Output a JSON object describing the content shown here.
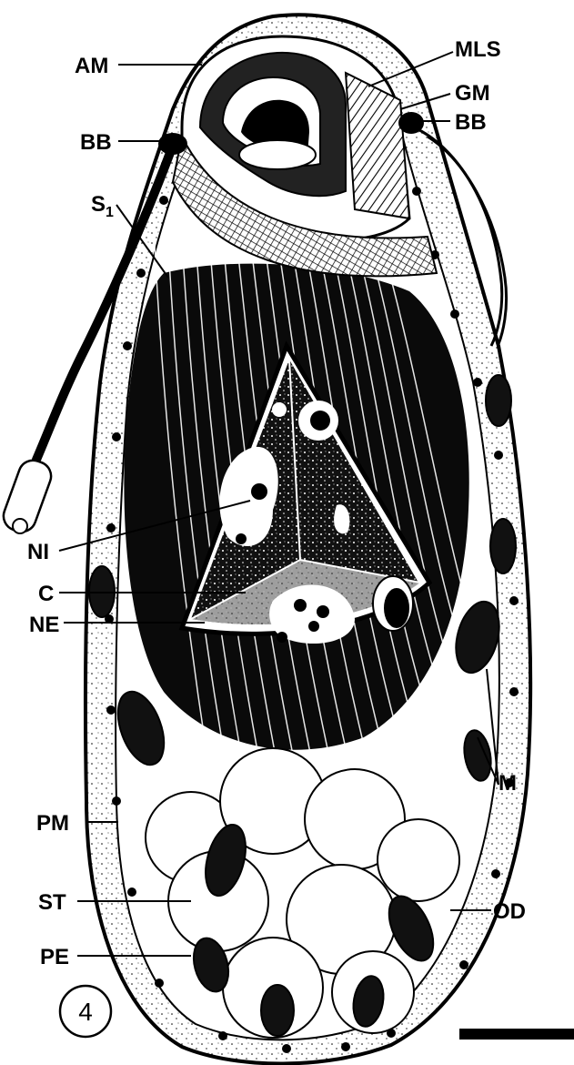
{
  "figure_number": "4",
  "labels": {
    "am": "AM",
    "bb_left": "BB",
    "s1_base": "S",
    "s1_sub": "1",
    "mls": "MLS",
    "gm": "GM",
    "bb_right": "BB",
    "ni": "NI",
    "c": "C",
    "ne": "NE",
    "m": "M",
    "pm": "PM",
    "st": "ST",
    "od": "OD",
    "pe": "PE"
  },
  "colors": {
    "ink": "#000000",
    "paper": "#ffffff"
  }
}
